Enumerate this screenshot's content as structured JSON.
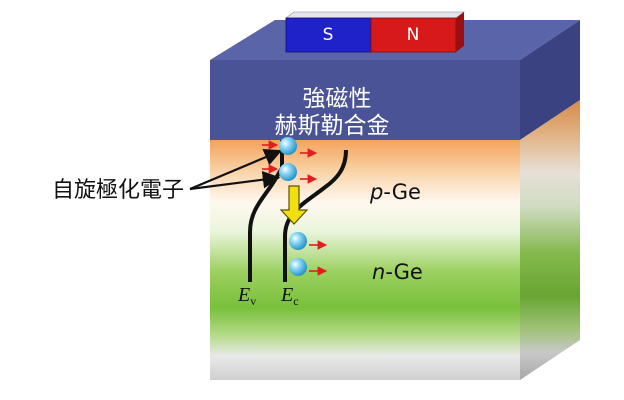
{
  "magnet": {
    "south_label": "S",
    "north_label": "N",
    "south_color": "#1f22c8",
    "north_color": "#d81919"
  },
  "alloy": {
    "line1": "強磁性",
    "line2": "赫斯勒合金",
    "color": "#4a5396"
  },
  "callout": {
    "label": "自旋極化電子"
  },
  "regions": {
    "p_prefix": "p",
    "p_suffix": "-Ge",
    "n_prefix": "n",
    "n_suffix": "-Ge",
    "p_color": "#f4a35a",
    "n_color": "#7bc23e"
  },
  "bands": {
    "valence_symbol": "E",
    "valence_sub": "v",
    "conduction_symbol": "E",
    "conduction_sub": "c"
  },
  "colors": {
    "electron": "#3db8ea",
    "spin_arrow": "#e01e1e",
    "transfer_arrow": "#f2df10"
  }
}
